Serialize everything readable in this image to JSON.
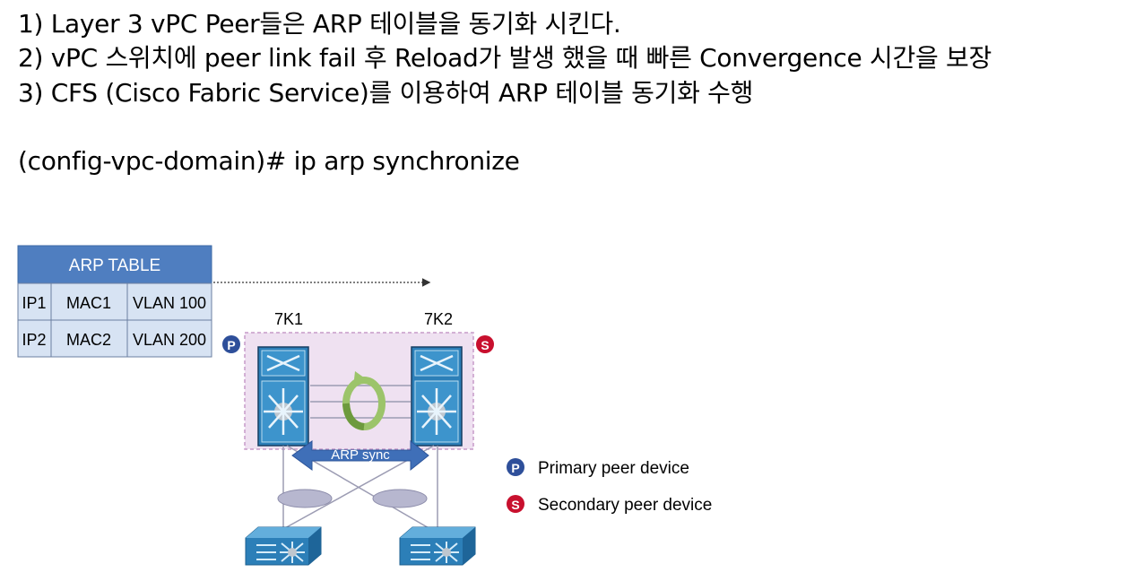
{
  "notes": {
    "line1": "1) Layer 3 vPC Peer들은 ARP 테이블을 동기화 시킨다.",
    "line2": "2) vPC 스위치에 peer link fail 후 Reload가 발생 했을 때 빠른 Convergence 시간을 보장",
    "line3": "3) CFS (Cisco Fabric Service)를 이용하여 ARP 테이블 동기화 수행",
    "command": "(config-vpc-domain)# ip arp synchronize"
  },
  "arp_table": {
    "title": "ARP TABLE",
    "rows": [
      [
        "IP1",
        "MAC1",
        "VLAN 100"
      ],
      [
        "IP2",
        "MAC2",
        "VLAN 200"
      ]
    ]
  },
  "devices": {
    "left_name": "7K1",
    "right_name": "7K2",
    "primary_badge": "P",
    "secondary_badge": "S"
  },
  "sync_label": "ARP sync",
  "legend": [
    {
      "badge": "P",
      "label": "Primary peer device",
      "color": "#2e4f9a"
    },
    {
      "badge": "S",
      "label": "Secondary peer device",
      "color": "#c8102e"
    }
  ],
  "colors": {
    "table_header": "#4f7ec0",
    "table_cell": "#d7e3f3",
    "domain_fill": "#efe1f1",
    "domain_border": "#c79bc9",
    "switch_blue": "#2c7fb8",
    "arrow_blue": "#3f6fb8",
    "ellipse": "#b7b7cf",
    "sync_green": "#9cc46a"
  }
}
